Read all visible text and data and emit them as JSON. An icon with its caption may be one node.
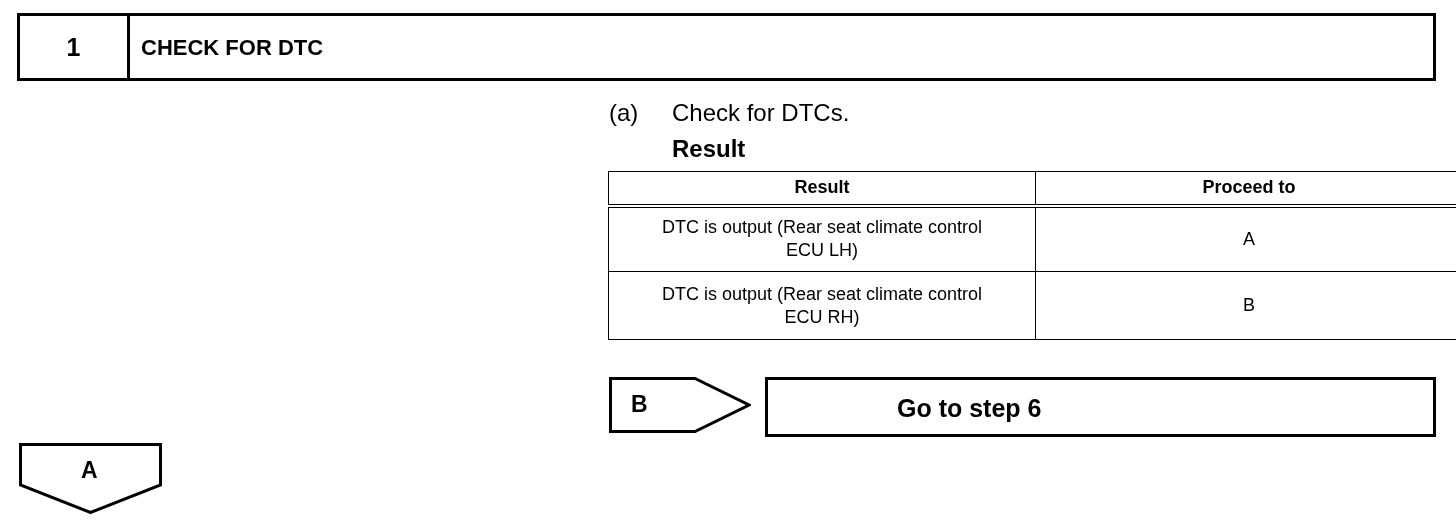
{
  "diagram": {
    "nodes": [
      {
        "text": [
          "1",
          "CHECK FOR DTC"
        ]
      },
      {
        "text": [
          "B"
        ]
      },
      {
        "text": [
          "Go to step 6"
        ]
      },
      {
        "text": [
          "A"
        ]
      }
    ],
    "labels": [
      "(a)",
      "Check for DTCs.",
      "Result",
      "Result",
      "Proceed to",
      "DTC is output (Rear seat climate control ECU LH)",
      "A",
      "DTC is output (Rear seat climate control ECU RH)",
      "B"
    ]
  }
}
